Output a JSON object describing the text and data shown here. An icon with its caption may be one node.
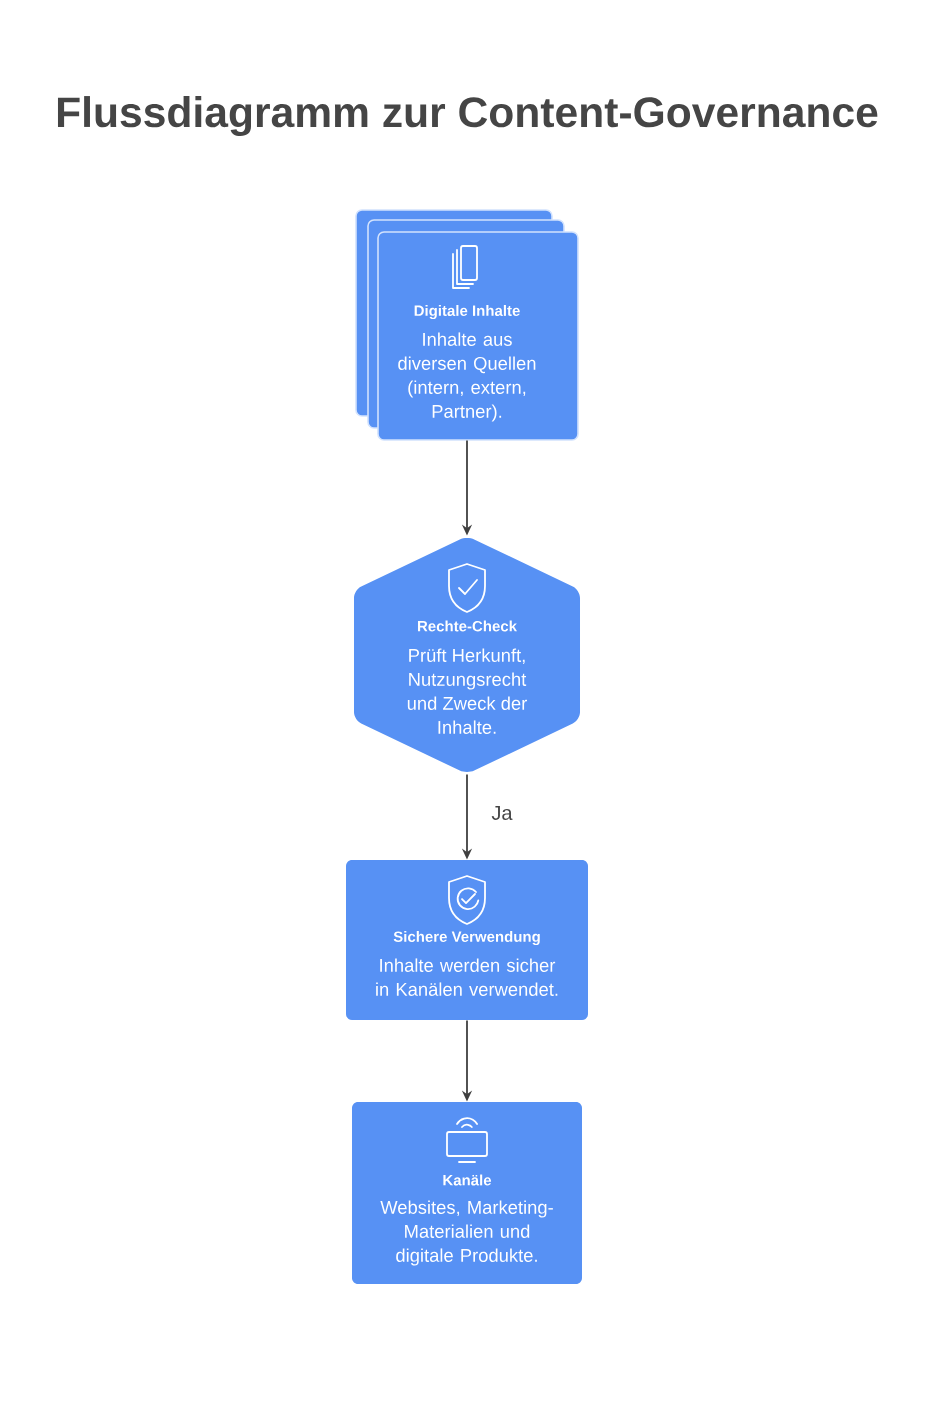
{
  "diagram": {
    "title": "Flussdiagramm zur Content-Governance",
    "nodes": [
      {
        "text": [
          "Digitale Inhalte",
          "Inhalte aus diversen Quellen (intern, extern, Partner)."
        ]
      },
      {
        "text": [
          "Rechte-Check",
          "Prüft Herkunft, Nutzungsrecht und Zweck der Inhalte."
        ]
      },
      {
        "text": [
          "Sichere Verwendung",
          "Inhalte werden sicher in Kanälen verwendet."
        ]
      },
      {
        "text": [
          "Kanäle",
          "Websites, Marketing-Materialien und digitale Produkte."
        ]
      }
    ],
    "edges": [
      {
        "from": 0,
        "to": 1,
        "arrow": "to"
      },
      {
        "from": 1,
        "to": 2,
        "arrow": "to",
        "label": "Ja"
      },
      {
        "from": 2,
        "to": 3,
        "arrow": "to"
      }
    ]
  }
}
